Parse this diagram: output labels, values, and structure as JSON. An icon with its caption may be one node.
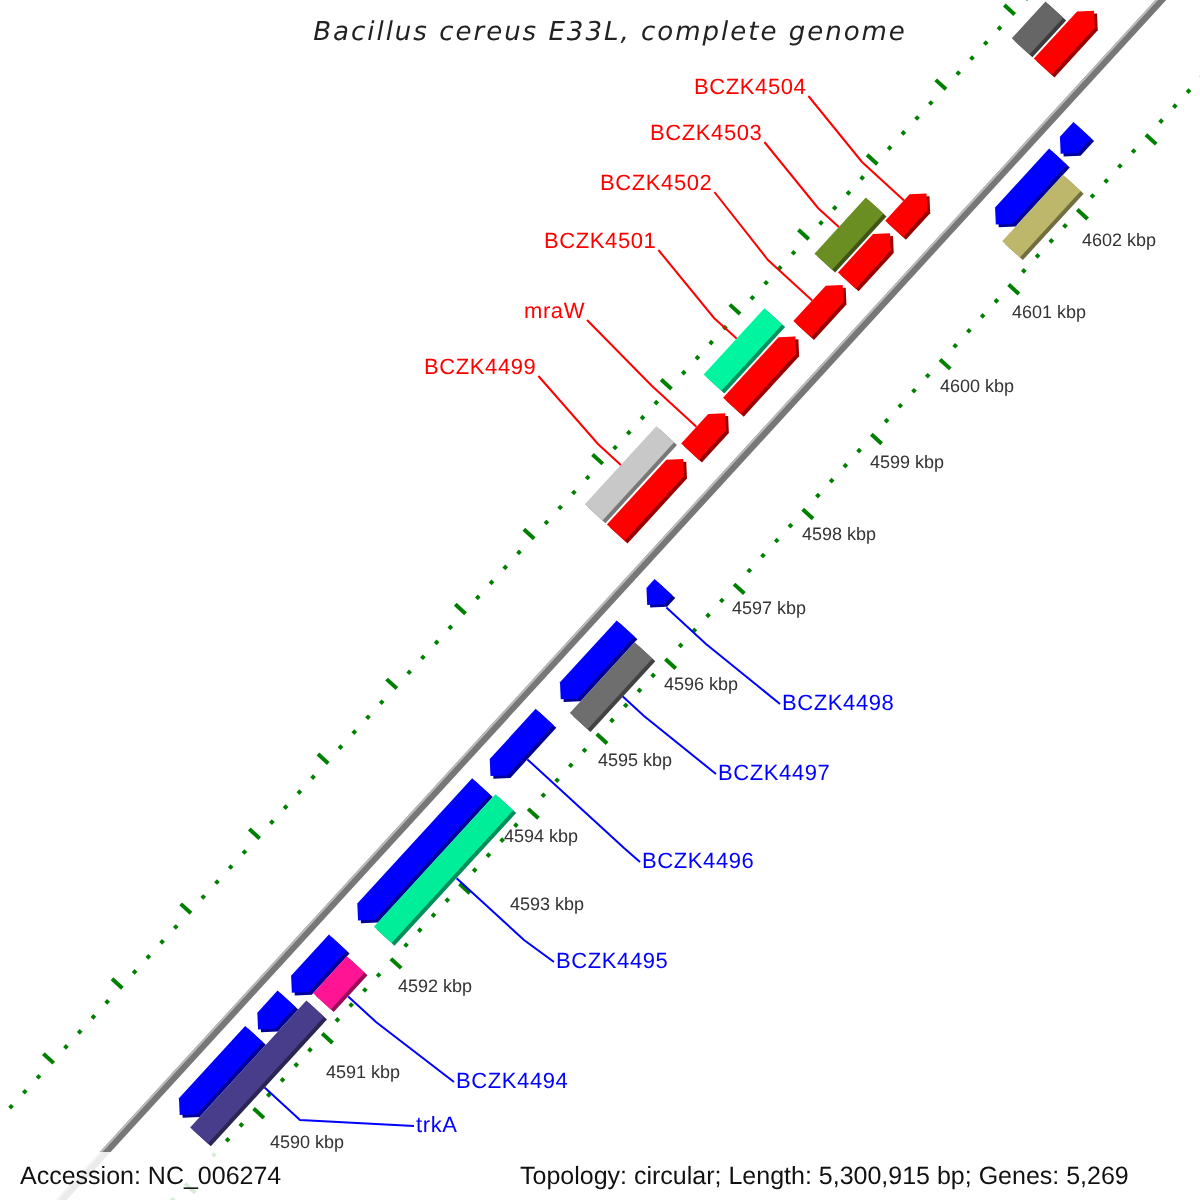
{
  "diagram": {
    "title": "Bacillus cereus E33L, complete genome",
    "nodes": [
      {
        "text": [
          "BCZK4504"
        ]
      },
      {
        "text": [
          "BCZK4503"
        ]
      },
      {
        "text": [
          "BCZK4502"
        ]
      },
      {
        "text": [
          "BCZK4501"
        ]
      },
      {
        "text": [
          "mraW"
        ]
      },
      {
        "text": [
          "BCZK4499"
        ]
      },
      {
        "text": [
          "BCZK4498"
        ]
      },
      {
        "text": [
          "BCZK4497"
        ]
      },
      {
        "text": [
          "BCZK4496"
        ]
      },
      {
        "text": [
          "BCZK4495"
        ]
      },
      {
        "text": [
          "BCZK4494"
        ]
      },
      {
        "text": [
          "trkA"
        ]
      },
      {
        "text": [],
        "shape": "bar"
      },
      {
        "text": [],
        "shape": "arrow"
      },
      {
        "text": [],
        "shape": "arrow"
      },
      {
        "text": [],
        "shape": "arrow"
      },
      {
        "text": [],
        "shape": "arrow"
      },
      {
        "text": [],
        "shape": "bar"
      },
      {
        "text": [],
        "shape": "bar"
      },
      {
        "text": [],
        "shape": "arrow"
      },
      {
        "text": [],
        "shape": "arrow"
      },
      {
        "text": [],
        "shape": "bar"
      },
      {
        "text": [],
        "shape": "arrow"
      },
      {
        "text": [],
        "shape": "arrow"
      },
      {
        "text": [],
        "shape": "bar"
      },
      {
        "text": [],
        "shape": "arrow"
      },
      {
        "text": [],
        "shape": "arrow"
      },
      {
        "text": [],
        "shape": "arrow"
      },
      {
        "text": [],
        "shape": "bar"
      },
      {
        "text": [],
        "shape": "arrow"
      },
      {
        "text": [],
        "shape": "arrow"
      },
      {
        "text": [],
        "shape": "bar"
      },
      {
        "text": [],
        "shape": "arrow"
      },
      {
        "text": [],
        "shape": "bar"
      },
      {
        "text": [],
        "shape": "arrow"
      },
      {
        "text": [],
        "shape": "bar"
      },
      {
        "text": [],
        "shape": "arrow"
      }
    ],
    "edges": [
      {
        "from": 0,
        "to": 16,
        "arrow": "none",
        "color": "#ff0000"
      },
      {
        "from": 1,
        "to": 18,
        "arrow": "none",
        "color": "#ff0000"
      },
      {
        "from": 2,
        "to": 20,
        "arrow": "none",
        "color": "#ff0000"
      },
      {
        "from": 3,
        "to": 21,
        "arrow": "none",
        "color": "#ff0000"
      },
      {
        "from": 4,
        "to": 23,
        "arrow": "none",
        "color": "#ff0000"
      },
      {
        "from": 5,
        "to": 24,
        "arrow": "none",
        "color": "#ff0000"
      },
      {
        "from": 6,
        "to": 26,
        "arrow": "none",
        "color": "#0000ff"
      },
      {
        "from": 7,
        "to": 28,
        "arrow": "none",
        "color": "#0000ff"
      },
      {
        "from": 8,
        "to": 29,
        "arrow": "none",
        "color": "#0000ff"
      },
      {
        "from": 9,
        "to": 31,
        "arrow": "none",
        "color": "#0000ff"
      },
      {
        "from": 10,
        "to": 33,
        "arrow": "none",
        "color": "#0000ff"
      },
      {
        "from": 11,
        "to": 35,
        "arrow": "none",
        "color": "#0000ff"
      }
    ],
    "labels": [
      "4602 kbp",
      "4601 kbp",
      "4600 kbp",
      "4599 kbp",
      "4598 kbp",
      "4597 kbp",
      "4596 kbp",
      "4595 kbp",
      "4594 kbp",
      "4593 kbp",
      "4592 kbp",
      "4591 kbp",
      "4590 kbp",
      "Accession: NC_006274",
      "Topology: circular; Length: 5,300,915 bp; Genes: 5,269"
    ]
  }
}
